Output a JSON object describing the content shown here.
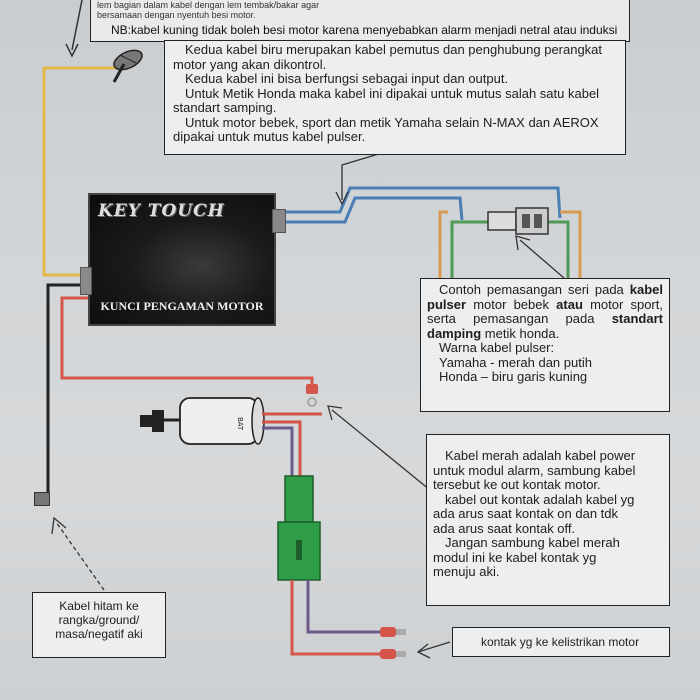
{
  "top_note": {
    "line1": "lem bagian dalam kabel dengan lem tembak/bakar agar",
    "line2": "bersamaan dengan nyentuh besi motor.",
    "nb": "NB:kabel kuning tidak boleh besi motor karena menyebabkan alarm menjadi netral atau induksi"
  },
  "blue_note": {
    "l1": "Kedua kabel biru merupakan kabel pemutus dan penghubung perangkat",
    "l2": "motor yang akan dikontrol.",
    "l3": "Kedua kabel ini bisa berfungsi sebagai input dan output.",
    "l4": "Untuk Metik Honda maka kabel ini dipakai untuk mutus salah satu kabel",
    "l5": "standart samping.",
    "l6": "Untuk motor bebek, sport dan metik Yamaha selain N-MAX dan AEROX",
    "l7": "dipakai untuk mutus kabel pulser."
  },
  "module": {
    "logo": "KEY TOUCH",
    "label": "KUNCI PENGAMAN MOTOR"
  },
  "pulser_note": {
    "p1a": "Contoh pemasangan seri pada",
    "p1b": "kabel pulser",
    "p1c": "motor bebek",
    "p1d": "atau",
    "p1e": "motor sport, serta pemasangan",
    "p1f": "pada",
    "p1g": "standart damping",
    "p1h": "metik",
    "p1i": "honda.",
    "p2": "Warna kabel pulser:",
    "p3": "Yamaha - merah dan putih",
    "p4": "Honda – biru garis kuning"
  },
  "red_note": {
    "l1": "Kabel merah adalah kabel power",
    "l2": "untuk modul alarm, sambung kabel",
    "l3": "tersebut ke out kontak motor.",
    "l4": "kabel out kontak adalah kabel yg",
    "l5": "ada arus saat kontak on dan tdk",
    "l6": "ada arus saat kontak off.",
    "l7": "Jangan sambung kabel merah",
    "l8": "modul ini ke kabel kontak yg",
    "l9": "menuju aki."
  },
  "ground_note": {
    "l1": "Kabel hitam ke",
    "l2": "rangka/ground/",
    "l3": "masa/negatif aki"
  },
  "kontak_note": {
    "text": "kontak yg ke kelistrikan motor"
  },
  "colors": {
    "yellow_wire": "#e3b94a",
    "blue_wire": "#4a7fb5",
    "red_wire": "#d4554a",
    "black_wire": "#222222",
    "green_wire": "#4f9a55",
    "orange_wire": "#d99a55",
    "purple_wire": "#6b5a8a",
    "relay_green": "#2f9c48"
  }
}
